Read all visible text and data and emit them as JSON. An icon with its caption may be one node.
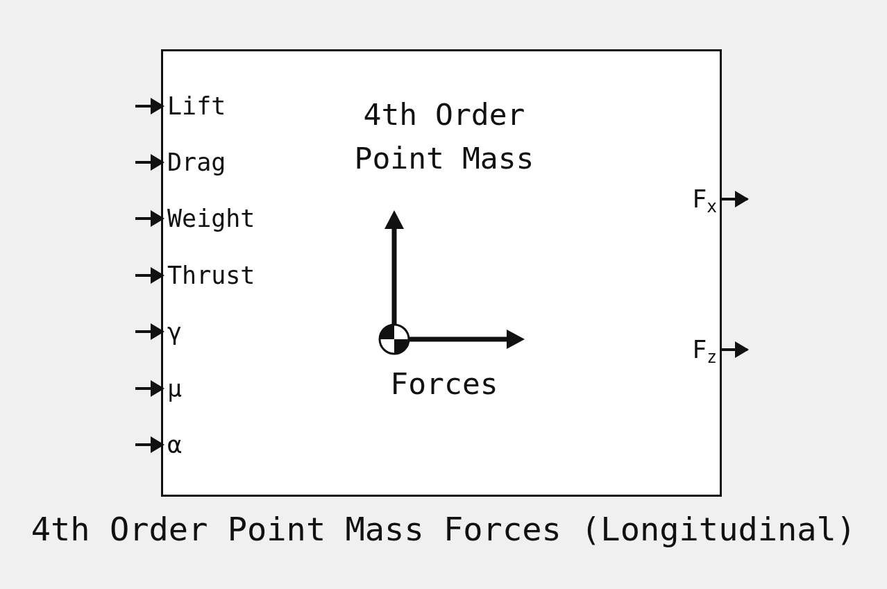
{
  "diagram": {
    "caption": "4th Order Point Mass Forces (Longitudinal)",
    "nodes": [
      {
        "text": [
          "4th Order Point Mass",
          "Forces"
        ]
      },
      {
        "text": [
          "Lift"
        ],
        "in": 0
      },
      {
        "text": [
          "Drag"
        ],
        "in": 0
      },
      {
        "text": [
          "Weight"
        ],
        "in": 0
      },
      {
        "text": [
          "Thrust"
        ],
        "in": 0
      },
      {
        "text": [
          "γ"
        ],
        "in": 0
      },
      {
        "text": [
          "μ"
        ],
        "in": 0
      },
      {
        "text": [
          "α"
        ],
        "in": 0
      },
      {
        "text": [
          "F$_{x}$"
        ],
        "in": 0
      },
      {
        "text": [
          "F$_{z}$"
        ],
        "in": 0
      }
    ],
    "edges": [
      {
        "from": null,
        "to": 1,
        "arrow": "to"
      },
      {
        "from": null,
        "to": 2,
        "arrow": "to"
      },
      {
        "from": null,
        "to": 3,
        "arrow": "to"
      },
      {
        "from": null,
        "to": 4,
        "arrow": "to"
      },
      {
        "from": null,
        "to": 5,
        "arrow": "to"
      },
      {
        "from": null,
        "to": 6,
        "arrow": "to"
      },
      {
        "from": null,
        "to": 7,
        "arrow": "to"
      },
      {
        "from": 8,
        "to": null,
        "arrow": "to"
      },
      {
        "from": 9,
        "to": null,
        "arrow": "to"
      }
    ]
  }
}
